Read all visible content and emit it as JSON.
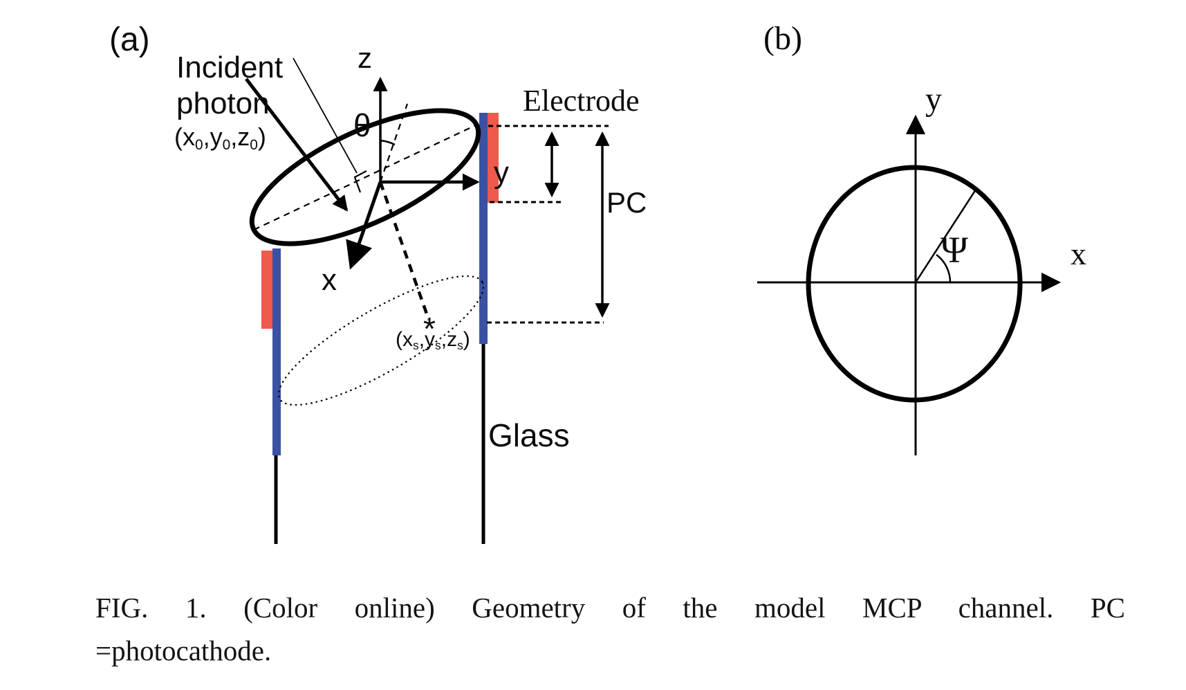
{
  "figure": {
    "panel_a": {
      "label": "(a)",
      "incident_label_line1": "Incident",
      "incident_label_line2": "photon",
      "photon_coords": {
        "p1": "(x",
        "s1": "0",
        "p2": ",y",
        "s2": "0",
        "p3": ",z",
        "s3": "0",
        "p4": ")"
      },
      "z_axis_label": "z",
      "theta_label": "θ",
      "y_axis_label": "y",
      "x_axis_label": "x",
      "electrode_label": "Electrode",
      "pc_label": "PC",
      "glass_label": "Glass",
      "star_marker": "*",
      "exit_coords": {
        "p1": "(x",
        "s1": "s",
        "p2": ",y",
        "s2": "s",
        "p3": ",z",
        "s3": "s",
        "p4": ")"
      }
    },
    "panel_b": {
      "label": "(b)",
      "y_axis_label": "y",
      "x_axis_label": "x",
      "psi_label": "Ψ"
    },
    "colors": {
      "electrode_red": "#ee5a4c",
      "pc_blue": "#3b51a3",
      "ink": "#000000"
    }
  },
  "caption": {
    "line1": "FIG. 1. (Color online) Geometry of the model MCP channel. PC",
    "line2": "=photocathode."
  }
}
